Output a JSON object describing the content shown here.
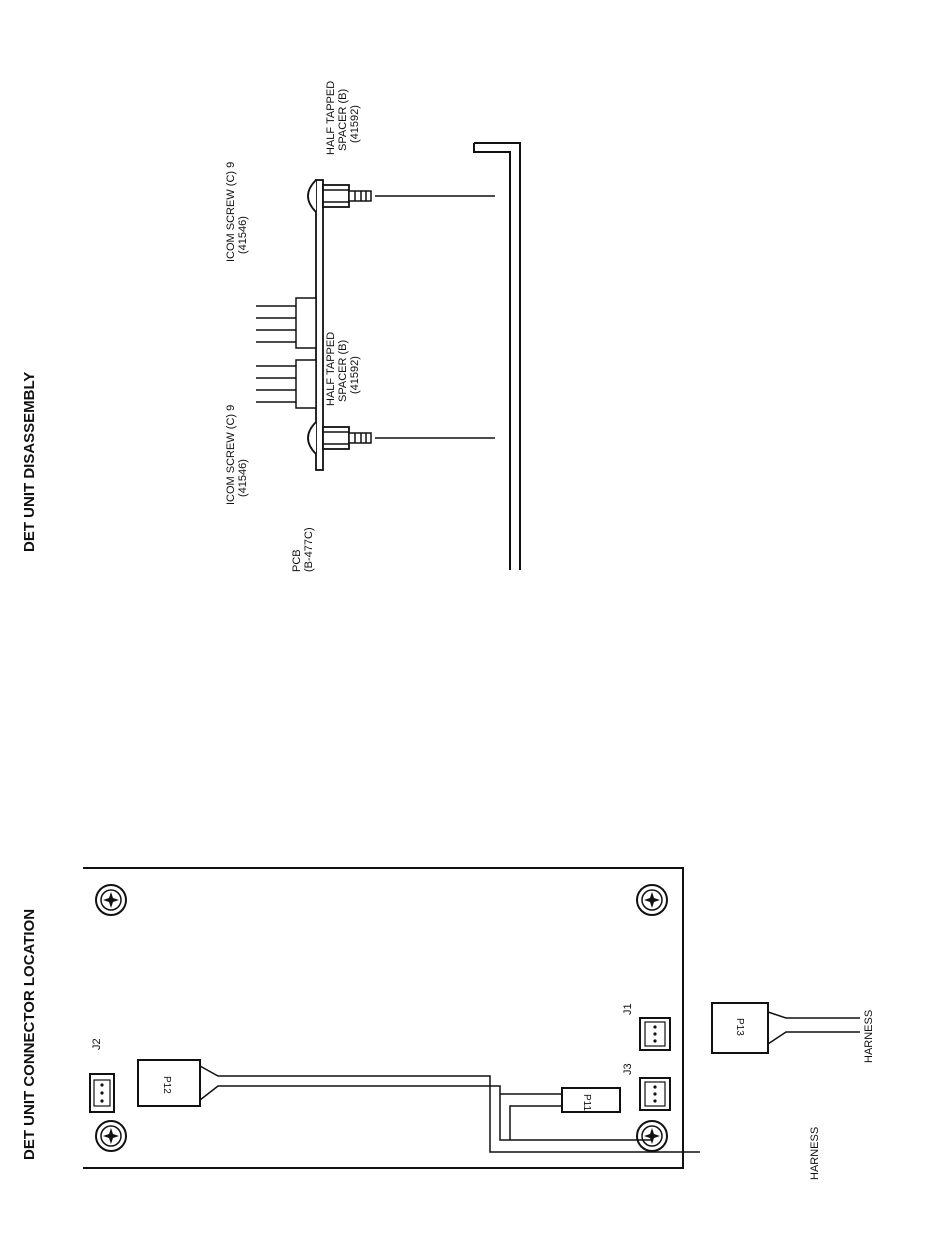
{
  "titles": {
    "connector_location": "DET UNIT CONNECTOR LOCATION",
    "disassembly": "DET UNIT DISASSEMBLY"
  },
  "disassembly": {
    "pcb_label": "PCB",
    "pcb_code": "(B-477C)",
    "screw1_label": "ICOM SCREW (C) 9",
    "screw1_code": "(41546)",
    "spacer1_label": "HALF TAPPED",
    "spacer1_label2": "SPACER (B)",
    "spacer1_code": "(41592)",
    "screw2_label": "ICOM SCREW (C) 9",
    "screw2_code": "(41546)",
    "spacer2_label": "HALF TAPPED",
    "spacer2_label2": "SPACER (B)",
    "spacer2_code": "(41592)"
  },
  "connector": {
    "j1": "J1",
    "j2": "J2",
    "j3": "J3",
    "p11": "P11",
    "p12": "P12",
    "p13": "P13",
    "harness_1": "HARNESS",
    "harness_2": "HARNESS"
  }
}
